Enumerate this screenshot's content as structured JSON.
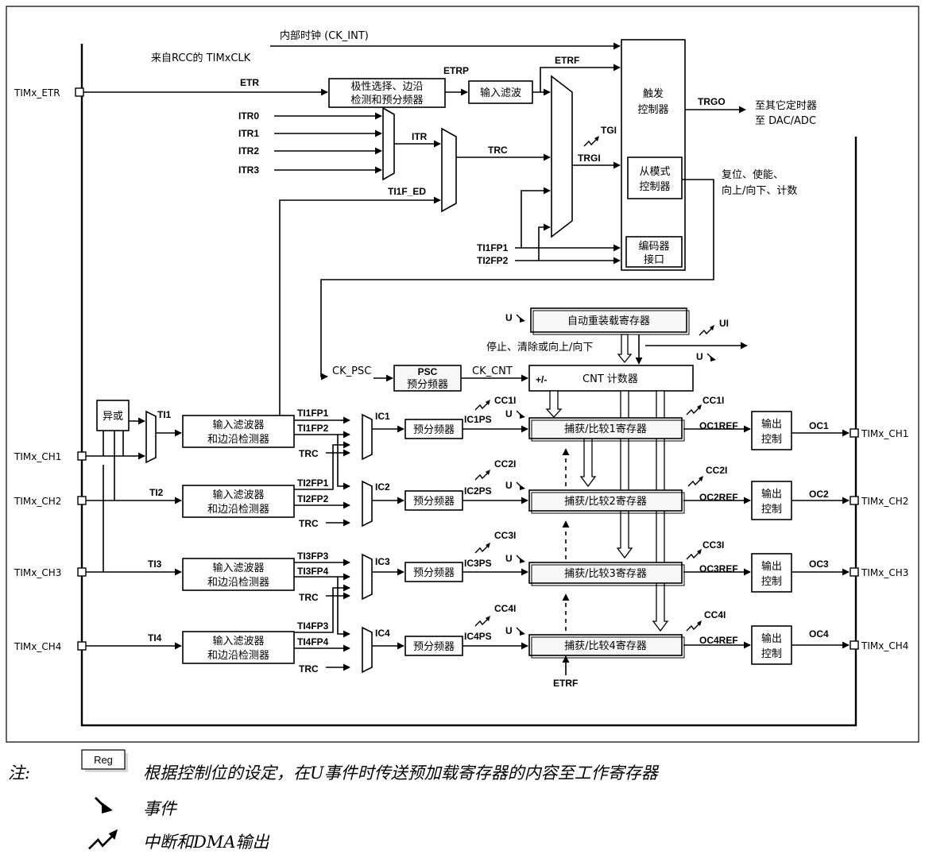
{
  "pins": {
    "etr": "TIMx_ETR",
    "ch1_in": "TIMx_CH1",
    "ch2_in": "TIMx_CH2",
    "ch3_in": "TIMx_CH3",
    "ch4_in": "TIMx_CH4",
    "ch1_out": "TIMx_CH1",
    "ch2_out": "TIMx_CH2",
    "ch3_out": "TIMx_CH3",
    "ch4_out": "TIMx_CH4"
  },
  "signals": {
    "ck_int": "内部时钟 (CK_INT)",
    "rcc_clk": "来自RCC的 TIMxCLK",
    "etr": "ETR",
    "etrp": "ETRP",
    "etrf": "ETRF",
    "itr0": "ITR0",
    "itr1": "ITR1",
    "itr2": "ITR2",
    "itr3": "ITR3",
    "itr": "ITR",
    "trc": "TRC",
    "ti1f_ed": "TI1F_ED",
    "tgi": "TGI",
    "trgi": "TRGI",
    "trgo": "TRGO",
    "ti1fp1_top": "TI1FP1",
    "ti2fp2_top": "TI2FP2",
    "ck_psc": "CK_PSC",
    "ck_cnt": "CK_CNT",
    "u_arr": "U",
    "ui": "UI",
    "u_out": "U",
    "ti1": "TI1",
    "ti2": "TI2",
    "ti3": "TI3",
    "ti4": "TI4",
    "ch1_fp1": "TI1FP1",
    "ch1_fp2": "TI1FP2",
    "ch2_fp1": "TI2FP1",
    "ch2_fp2": "TI2FP2",
    "ch3_fp1": "TI3FP3",
    "ch3_fp2": "TI3FP4",
    "ch4_fp1": "TI4FP3",
    "ch4_fp2": "TI4FP4",
    "trc1": "TRC",
    "trc2": "TRC",
    "trc3": "TRC",
    "trc4": "TRC",
    "ic1": "IC1",
    "ic2": "IC2",
    "ic3": "IC3",
    "ic4": "IC4",
    "ic1ps": "IC1PS",
    "ic2ps": "IC2PS",
    "ic3ps": "IC3PS",
    "ic4ps": "IC4PS",
    "cc1i_a": "CC1I",
    "cc2i_a": "CC2I",
    "cc3i_a": "CC3I",
    "cc4i_a": "CC4I",
    "cc1i_b": "CC1I",
    "cc2i_b": "CC2I",
    "cc3i_b": "CC3I",
    "cc4i_b": "CC4I",
    "u1": "U",
    "u2": "U",
    "u3": "U",
    "u4": "U",
    "oc1ref": "OC1REF",
    "oc2ref": "OC2REF",
    "oc3ref": "OC3REF",
    "oc4ref": "OC4REF",
    "oc1": "OC1",
    "oc2": "OC2",
    "oc3": "OC3",
    "oc4": "OC4",
    "etrf_bottom": "ETRF"
  },
  "blocks": {
    "polarity_l1": "极性选择、边沿",
    "polarity_l2": "检测和预分频器",
    "input_filter": "输入滤波",
    "trigger_l1": "触发",
    "trigger_l2": "控制器",
    "slave_l1": "从模式",
    "slave_l2": "控制器",
    "encoder_l1": "编码器",
    "encoder_l2": "接口",
    "arr": "自动重装载寄存器",
    "psc_l1": "PSC",
    "psc_l2": "预分频器",
    "cnt_pm": "+/-",
    "cnt": "CNT 计数器",
    "xor": "异或",
    "filt_l1": "输入滤波器",
    "filt_l2": "和边沿检测器",
    "prescaler": "预分频器",
    "cc1": "捕获/比较1寄存器",
    "cc2": "捕获/比较2寄存器",
    "cc3": "捕获/比较3寄存器",
    "cc4": "捕获/比较4寄存器",
    "out_l1": "输出",
    "out_l2": "控制"
  },
  "labels": {
    "to_other_l1": "至其它定时器",
    "to_other_l2": "至 DAC/ADC",
    "reset_l1": "复位、使能、",
    "reset_l2": "向上/向下、计数",
    "stop_clear": "停止、清除或向上/向下"
  },
  "legend": {
    "note": "注:",
    "reg_box": "Reg",
    "reg_desc": "根据控制位的设定，在U事件时传送预加载寄存器的内容至工作寄存器",
    "event_desc": "事件",
    "irq_desc": "中断和DMA输出"
  }
}
